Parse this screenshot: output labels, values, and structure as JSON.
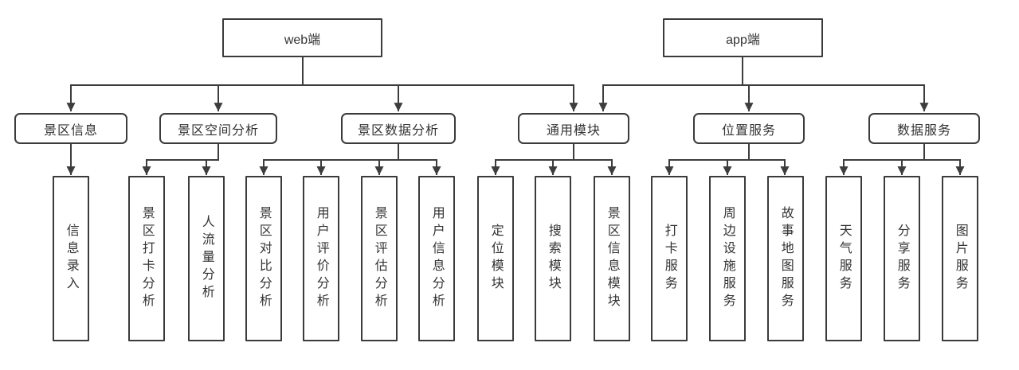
{
  "diagram": {
    "type": "tree",
    "colors": {
      "line": "#3d3d3d",
      "box_border": "#3b3b3b",
      "text": "#333333",
      "background": "#ffffff"
    },
    "roots": {
      "web": {
        "label": "web端",
        "children": [
          "景区信息",
          "景区空间分析",
          "景区数据分析",
          "通用模块"
        ]
      },
      "app": {
        "label": "app端",
        "children": [
          "通用模块",
          "位置服务",
          "数据服务"
        ]
      }
    },
    "modules": [
      {
        "label": "景区信息",
        "children": [
          "信息录入"
        ]
      },
      {
        "label": "景区空间分析",
        "children": [
          "景区打卡分析",
          "人流量分析"
        ]
      },
      {
        "label": "景区数据分析",
        "children": [
          "景区对比分析",
          "用户评价分析",
          "景区评估分析",
          "用户信息分析"
        ]
      },
      {
        "label": "通用模块",
        "children": [
          "定位模块",
          "搜索模块",
          "景区信息模块"
        ]
      },
      {
        "label": "位置服务",
        "children": [
          "打卡服务",
          "周边设施服务",
          "故事地图服务"
        ]
      },
      {
        "label": "数据服务",
        "children": [
          "天气服务",
          "分享服务",
          "图片服务"
        ]
      }
    ]
  }
}
